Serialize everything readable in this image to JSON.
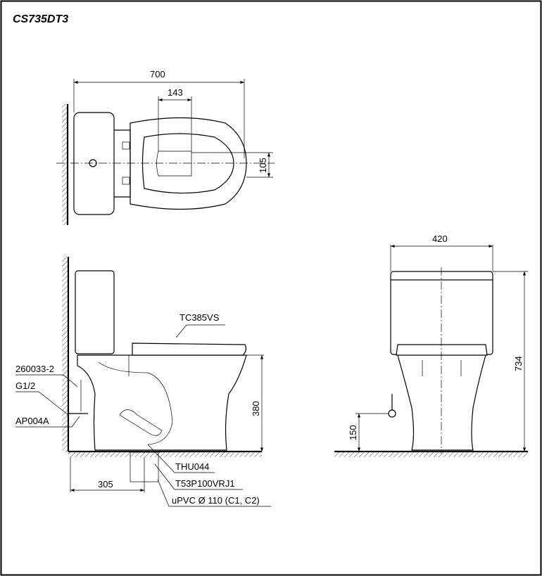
{
  "title": "CS735DT3",
  "dimensions": {
    "overall_length": "700",
    "bowl_opening": "143",
    "offset": "105",
    "width": "420",
    "total_height": "734",
    "seat_height": "380",
    "rough_in": "305",
    "supply_height": "150"
  },
  "parts": {
    "seat": "TC385VS",
    "hose": "260033-2",
    "thread": "G1/2",
    "valve": "AP004A",
    "flange": "THU044",
    "drain_connector": "T53P100VRJ1",
    "pipe": "uPVC Ø 110 (C1, C2)"
  }
}
